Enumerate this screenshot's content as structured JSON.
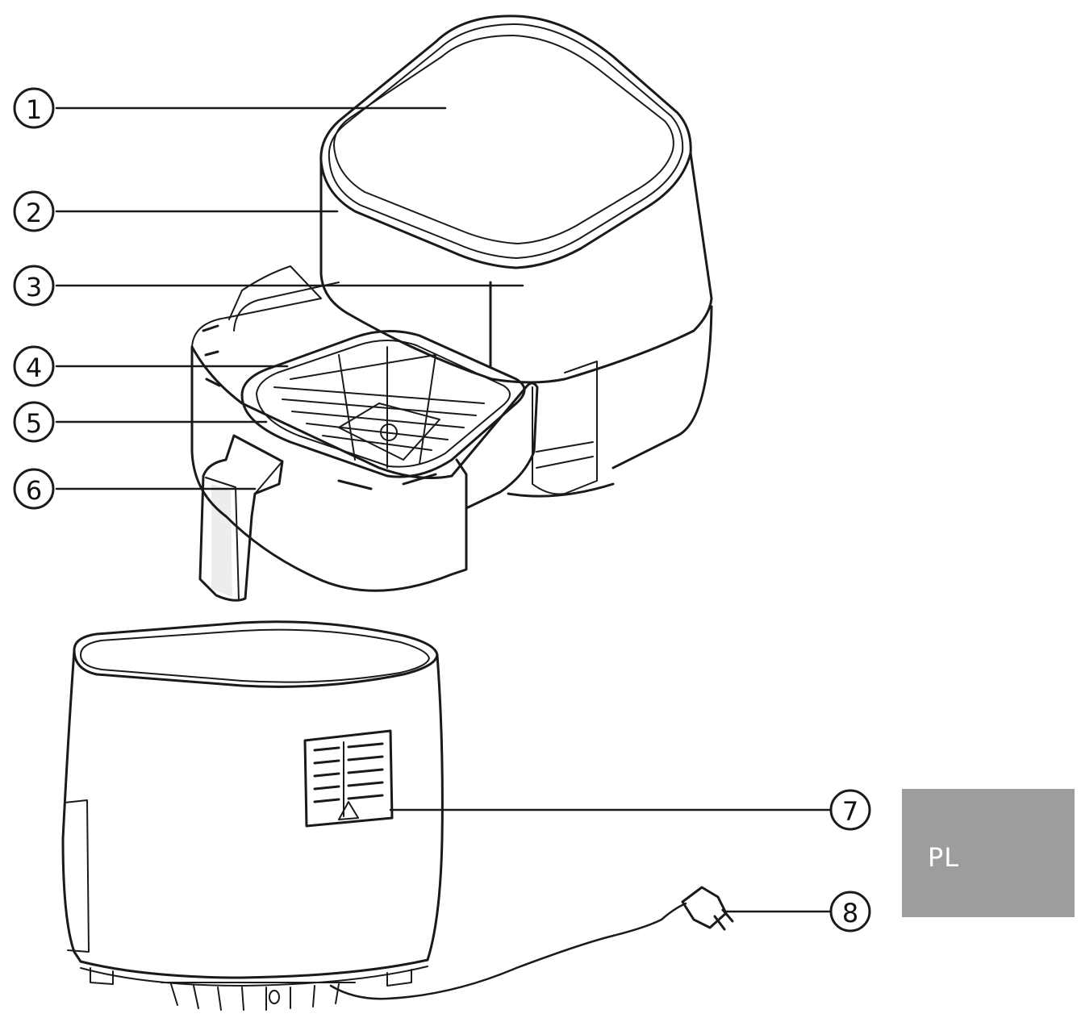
{
  "callouts": [
    {
      "number": "1",
      "part": "lid-top"
    },
    {
      "number": "2",
      "part": "housing-top"
    },
    {
      "number": "3",
      "part": "housing-body"
    },
    {
      "number": "4",
      "part": "drawer"
    },
    {
      "number": "5",
      "part": "basket"
    },
    {
      "number": "6",
      "part": "handle"
    },
    {
      "number": "7",
      "part": "rear-vent"
    },
    {
      "number": "8",
      "part": "power-plug"
    }
  ],
  "language_tab": {
    "label": "PL",
    "color": "#9d9d9d"
  },
  "colors": {
    "line": "#1a1a1a",
    "background": "#ffffff"
  }
}
